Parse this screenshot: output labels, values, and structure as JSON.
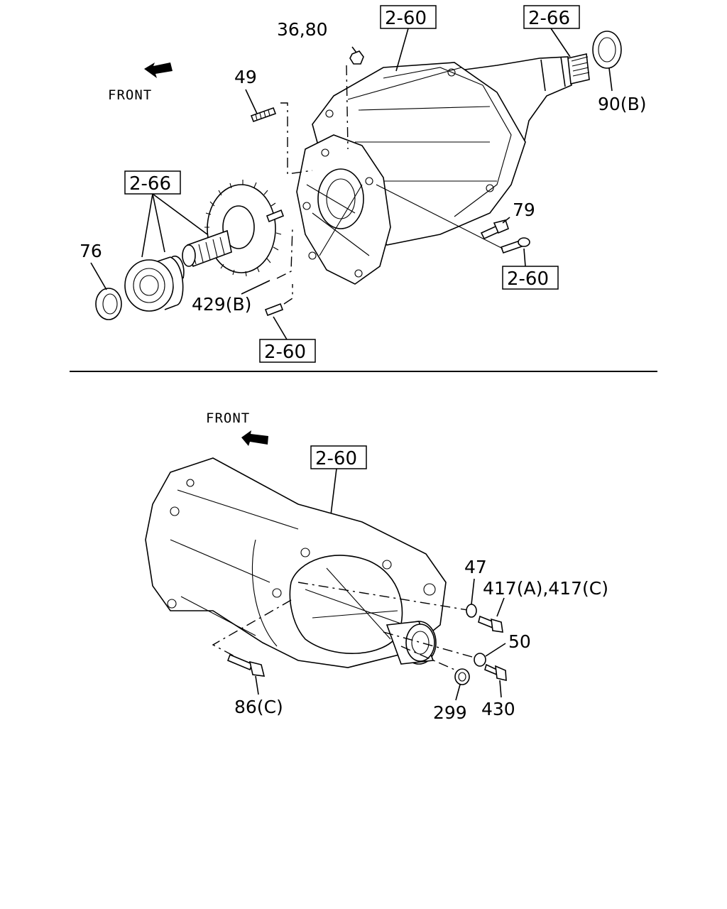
{
  "labels": {
    "front_top": "FRONT",
    "front_bottom": "FRONT",
    "ref_2_60_top": "2-60",
    "ref_2_66_top": "2-66",
    "ref_2_66_left": "2-66",
    "ref_2_60_right": "2-60",
    "ref_2_60_bottom_top": "2-60",
    "ref_2_60_lower": "2-60",
    "p_36_80": "36,80",
    "p_49": "49",
    "p_90b": "90(B)",
    "p_79": "79",
    "p_76": "76",
    "p_429b": "429(B)",
    "p_47": "47",
    "p_417": "417(A),417(C)",
    "p_50": "50",
    "p_86c": "86(C)",
    "p_299": "299",
    "p_430": "430"
  },
  "colors": {
    "ink": "#000000",
    "paper": "#ffffff"
  }
}
